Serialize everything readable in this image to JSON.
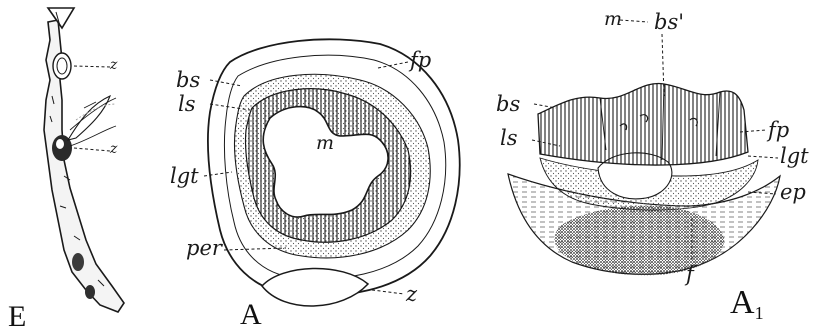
{
  "figure_e": {
    "letter": "E",
    "labels": {
      "z_upper": "z",
      "z_lower": "z"
    }
  },
  "figure_a": {
    "letter": "A",
    "labels": {
      "bs": "bs",
      "ls": "ls",
      "lgt": "lgt",
      "m": "m",
      "fp": "fp",
      "per": "per",
      "z": "z"
    }
  },
  "figure_a1": {
    "letter": "A",
    "subscript": "1",
    "labels": {
      "m": "m",
      "bs_prime": "bs'",
      "bs": "bs",
      "ls": "ls",
      "fp": "fp",
      "lgt": "lgt",
      "ep": "ep",
      "f": "f"
    }
  },
  "colors": {
    "ink": "#1a1a1a",
    "paper": "#ffffff",
    "stipple": "#555555"
  }
}
